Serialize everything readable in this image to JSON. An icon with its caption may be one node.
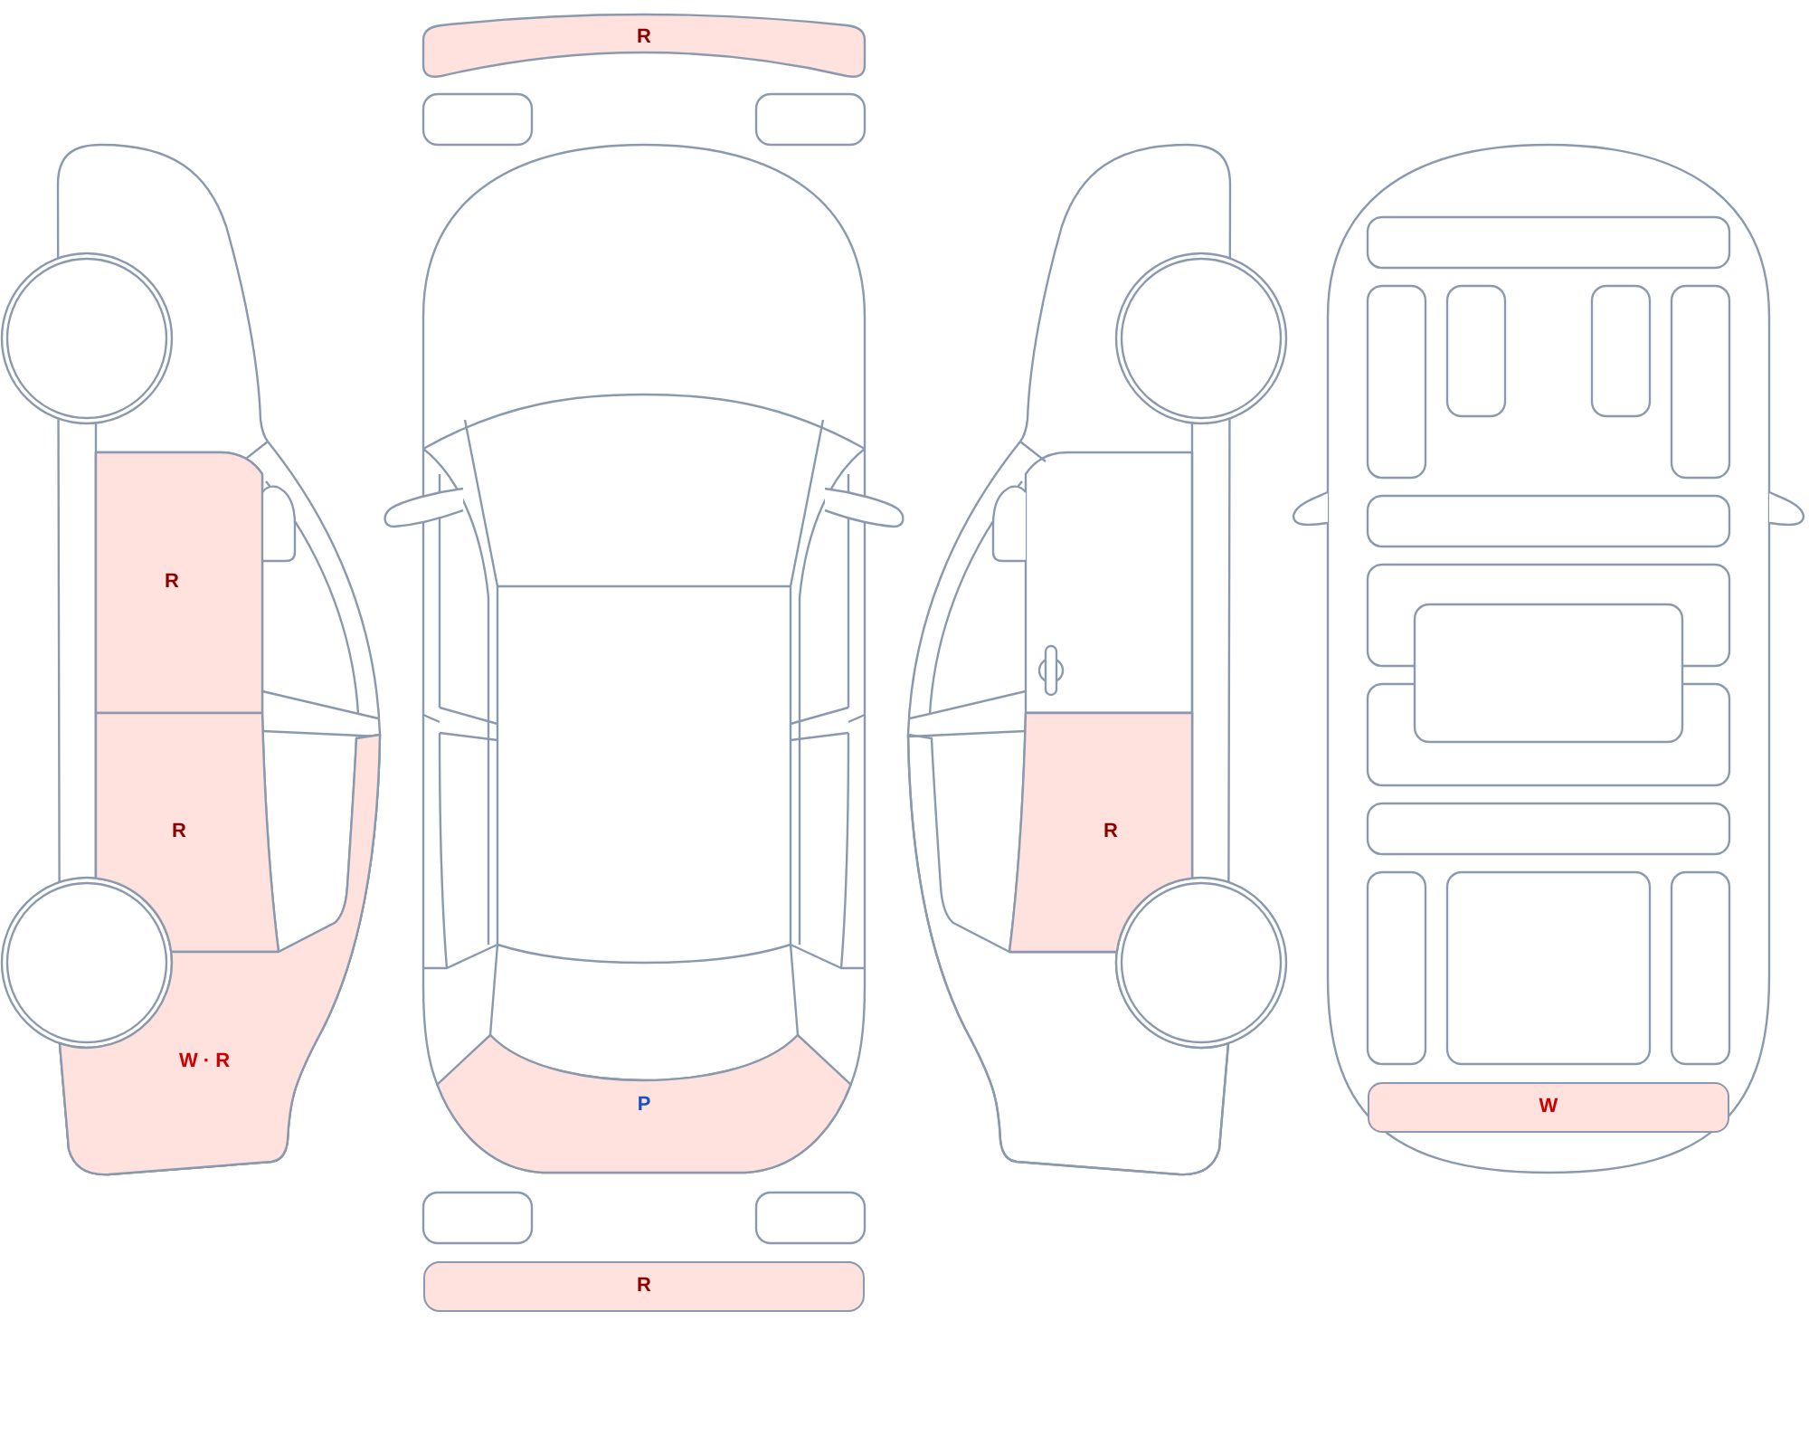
{
  "diagram": {
    "nodes": [
      {
        "text": [
          "R"
        ]
      },
      {
        "text": [
          "R"
        ]
      },
      {
        "text": [
          "R"
        ]
      },
      {
        "text": [
          "W · R"
        ]
      },
      {
        "text": [
          "P"
        ]
      },
      {
        "text": [
          "R"
        ]
      },
      {
        "text": [
          "R"
        ]
      },
      {
        "text": [
          "W"
        ]
      }
    ]
  }
}
